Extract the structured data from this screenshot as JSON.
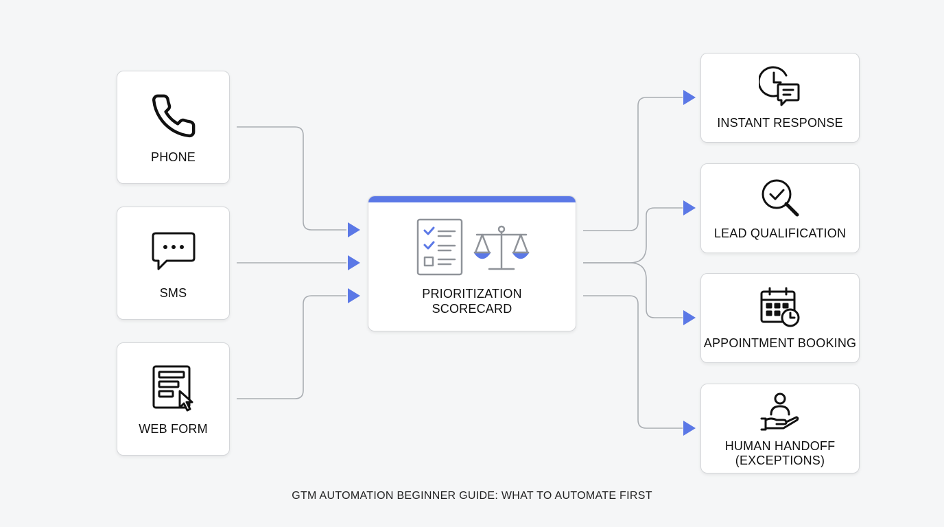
{
  "inputs": [
    {
      "label": "PHONE",
      "icon": "phone-icon"
    },
    {
      "label": "SMS",
      "icon": "sms-icon"
    },
    {
      "label": "WEB FORM",
      "icon": "web-form-icon"
    }
  ],
  "center": {
    "title_line1": "PRIORITIZATION",
    "title_line2": "SCORECARD",
    "icons": [
      "checklist-icon",
      "balance-scale-icon"
    ]
  },
  "outputs": [
    {
      "label": "INSTANT RESPONSE",
      "icon": "clock-chat-icon"
    },
    {
      "label": "LEAD QUALIFICATION",
      "icon": "magnifier-check-icon"
    },
    {
      "label": "APPOINTMENT BOOKING",
      "icon": "calendar-clock-icon"
    },
    {
      "label_line1": "HUMAN HANDOFF",
      "label_line2": "(EXCEPTIONS)",
      "icon": "person-hand-icon"
    }
  ],
  "caption": "GTM AUTOMATION BEGINNER GUIDE: WHAT TO AUTOMATE FIRST",
  "colors": {
    "accent": "#5b78e6",
    "connector": "#a9adb2",
    "background": "#f5f6f7"
  }
}
